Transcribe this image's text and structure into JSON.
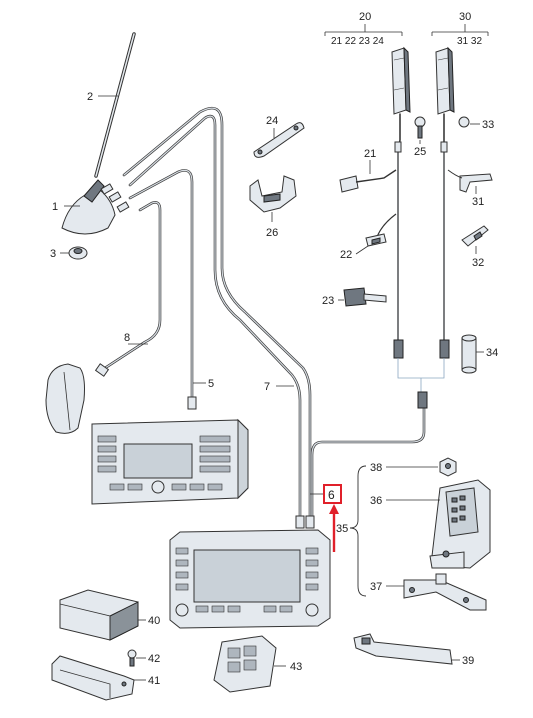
{
  "diagram": {
    "labels": {
      "p1": "1",
      "p2": "2",
      "p3": "3",
      "p5": "5",
      "p6": "6",
      "p7": "7",
      "p8": "8",
      "p20": "20",
      "p20_sub": "21 22 23 24",
      "p21": "21",
      "p22": "22",
      "p23": "23",
      "p24": "24",
      "p25": "25",
      "p26": "26",
      "p30": "30",
      "p30_sub": "31 32",
      "p31": "31",
      "p32": "32",
      "p33": "33",
      "p34": "34",
      "p35": "35",
      "p36": "36",
      "p37": "37",
      "p38": "38",
      "p39": "39",
      "p40": "40",
      "p41": "41",
      "p42": "42",
      "p43": "43"
    },
    "colors": {
      "highlight": "#e0202a",
      "line": "#333333",
      "part_fill": "#e4e9ee"
    }
  }
}
